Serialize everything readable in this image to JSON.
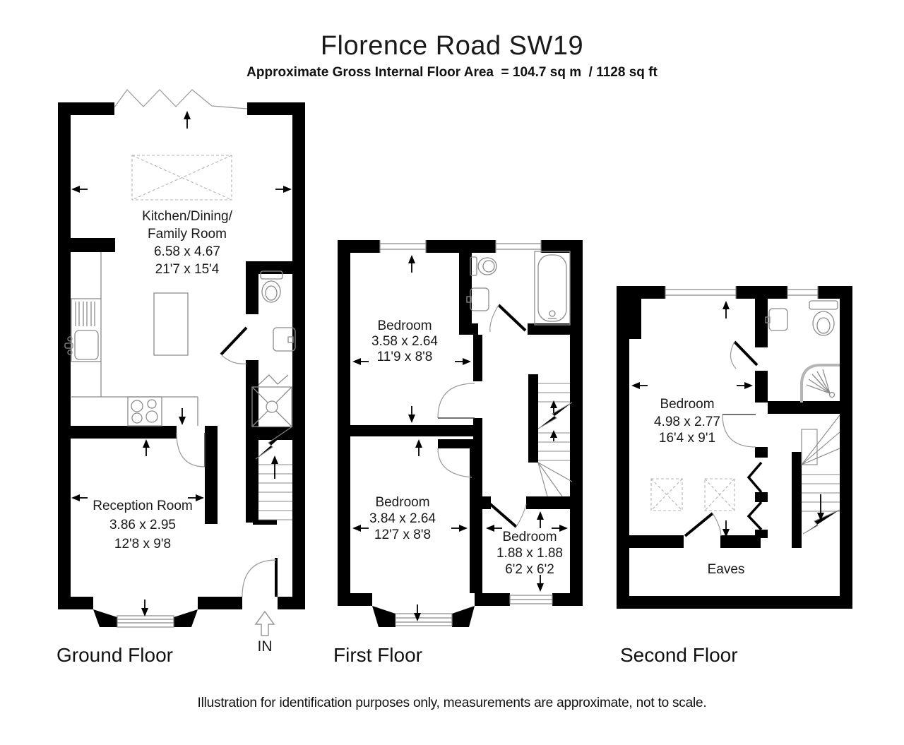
{
  "header": {
    "title": "Florence Road SW19",
    "subtitle": "Approximate Gross Internal Floor Area  = 104.7 sq m  / 1128 sq ft"
  },
  "floors": {
    "ground": {
      "label": "Ground Floor",
      "entrance_label": "IN",
      "rooms": {
        "kitchen": {
          "name_line1": "Kitchen/Dining/",
          "name_line2": "Family Room",
          "size_metric": "6.58 x 4.67",
          "size_imperial": "21'7 x 15'4"
        },
        "reception": {
          "name": "Reception Room",
          "size_metric": "3.86 x 2.95",
          "size_imperial": "12'8 x 9'8"
        }
      }
    },
    "first": {
      "label": "First Floor",
      "rooms": {
        "bedroom1": {
          "name": "Bedroom",
          "size_metric": "3.58 x 2.64",
          "size_imperial": "11'9 x 8'8"
        },
        "bedroom2": {
          "name": "Bedroom",
          "size_metric": "3.84 x 2.64",
          "size_imperial": "12'7 x 8'8"
        },
        "bedroom3": {
          "name": "Bedroom",
          "size_metric": "1.88 x 1.88",
          "size_imperial": "6'2 x 6'2"
        }
      }
    },
    "second": {
      "label": "Second Floor",
      "rooms": {
        "bedroom": {
          "name": "Bedroom",
          "size_metric": "4.98 x 2.77",
          "size_imperial": "16'4 x 9'1"
        },
        "eaves": {
          "name": "Eaves"
        }
      }
    }
  },
  "footer": {
    "disclaimer": "Illustration for identification purposes only, measurements are approximate, not to scale."
  },
  "colors": {
    "wall": "#000000",
    "fixture_line": "#8c8c8c",
    "door_arc": "#9a9a9a",
    "dashed_detail": "#b3b3b3",
    "text": "#1a1a1a",
    "background": "#ffffff"
  }
}
